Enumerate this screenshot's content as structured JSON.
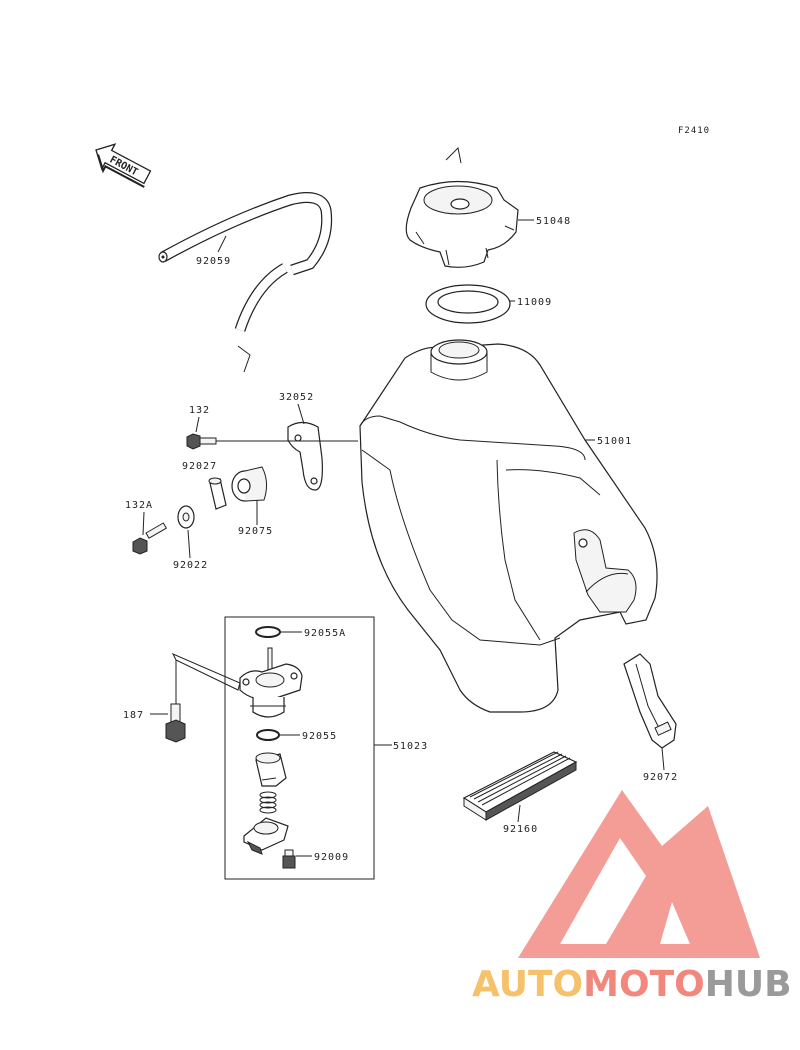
{
  "figure_code": "F2410",
  "front_label": "FRONT",
  "parts": {
    "p51048": "51048",
    "p11009": "11009",
    "p92059": "92059",
    "p32052": "32052",
    "p132": "132",
    "p51001": "51001",
    "p92027": "92027",
    "p92075": "92075",
    "p132A": "132A",
    "p92022": "92022",
    "p92055A": "92055A",
    "p187": "187",
    "p92055": "92055",
    "p51023": "51023",
    "p92009": "92009",
    "p92072": "92072",
    "p92160": "92160"
  },
  "watermark": {
    "part1": "AUTO",
    "part2": "MOTO",
    "part3": "HUB",
    "color1": "#f5c26b",
    "color2": "#f2877d",
    "color3": "#9a9a9a",
    "logo_color": "#f07b73"
  }
}
